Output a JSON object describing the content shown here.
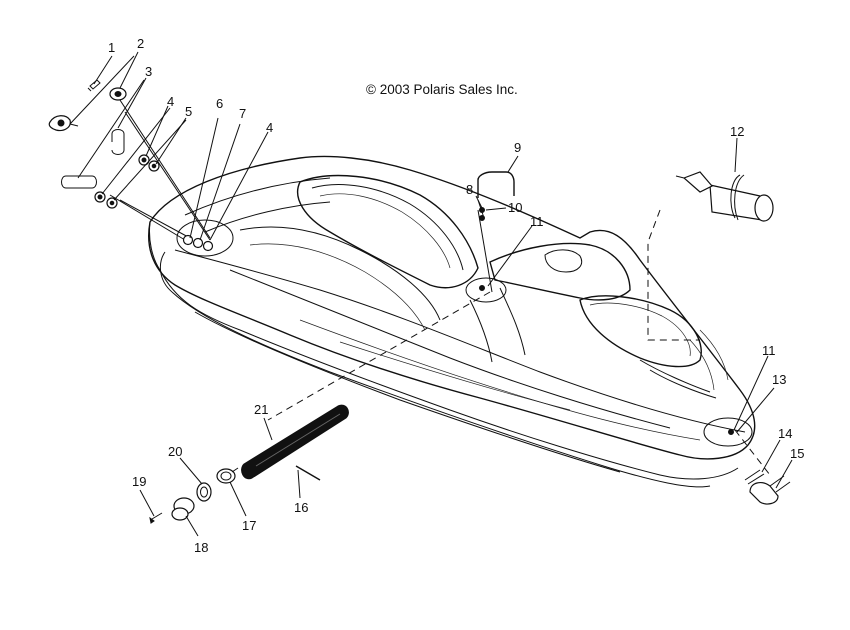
{
  "copyright": "© 2003 Polaris Sales Inc.",
  "callouts": [
    {
      "id": "c1",
      "text": "1"
    },
    {
      "id": "c2",
      "text": "2"
    },
    {
      "id": "c3",
      "text": "3"
    },
    {
      "id": "c4a",
      "text": "4"
    },
    {
      "id": "c5",
      "text": "5"
    },
    {
      "id": "c6",
      "text": "6"
    },
    {
      "id": "c7",
      "text": "7"
    },
    {
      "id": "c4b",
      "text": "4"
    },
    {
      "id": "c8",
      "text": "8"
    },
    {
      "id": "c9",
      "text": "9"
    },
    {
      "id": "c10",
      "text": "10"
    },
    {
      "id": "c11a",
      "text": "11"
    },
    {
      "id": "c12",
      "text": "12"
    },
    {
      "id": "c11b",
      "text": "11"
    },
    {
      "id": "c13",
      "text": "13"
    },
    {
      "id": "c14",
      "text": "14"
    },
    {
      "id": "c15",
      "text": "15"
    },
    {
      "id": "c16",
      "text": "16"
    },
    {
      "id": "c17",
      "text": "17"
    },
    {
      "id": "c18",
      "text": "18"
    },
    {
      "id": "c19",
      "text": "19"
    },
    {
      "id": "c20",
      "text": "20"
    },
    {
      "id": "c21",
      "text": "21"
    }
  ]
}
